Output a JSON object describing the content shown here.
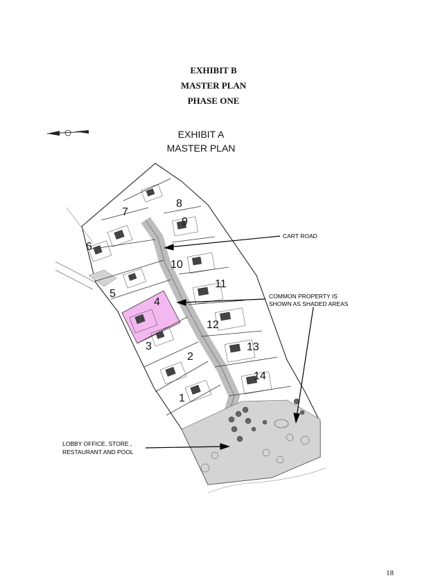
{
  "header": {
    "line1": "EXHIBIT B",
    "line2": "MASTER PLAN",
    "line3": "PHASE ONE"
  },
  "inner_title": {
    "line1": "EXHIBIT A",
    "line2": "MASTER PLAN"
  },
  "callouts": {
    "cart_road": "CART ROAD",
    "common_property_1": "COMMON PROPERTY  IS",
    "common_property_2": "SHOWN AS SHADED AREAS",
    "lobby_1": "LOBBY OFFICE, STORE ,",
    "lobby_2": "RESTAURANT AND POOL"
  },
  "plots": [
    "1",
    "2",
    "3",
    "4",
    "5",
    "6",
    "7",
    "8",
    "9",
    "10",
    "11",
    "12",
    "13",
    "14"
  ],
  "highlighted_plot": "4",
  "colors": {
    "highlight": "#f4b8f0",
    "shaded": "#cfcfcf",
    "line": "#222222"
  },
  "page_number": "18",
  "icons": [
    "north-arrow-icon"
  ]
}
